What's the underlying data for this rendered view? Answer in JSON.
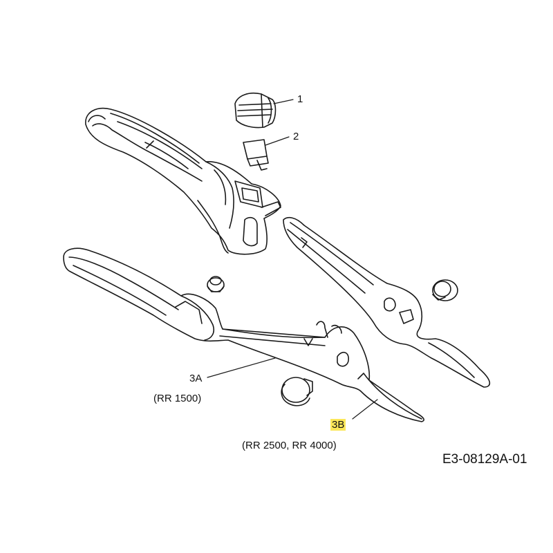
{
  "diagram": {
    "parts": [
      {
        "id": "p1",
        "number": "1"
      },
      {
        "id": "p2",
        "number": "2"
      },
      {
        "id": "p3a",
        "number": "3A",
        "note": "(RR 1500)"
      },
      {
        "id": "p3b",
        "number": "3B",
        "note": "(RR 2500, RR 4000)",
        "highlight_color": "#fbe75a"
      }
    ],
    "reference_code": "E3-08129A-01"
  }
}
